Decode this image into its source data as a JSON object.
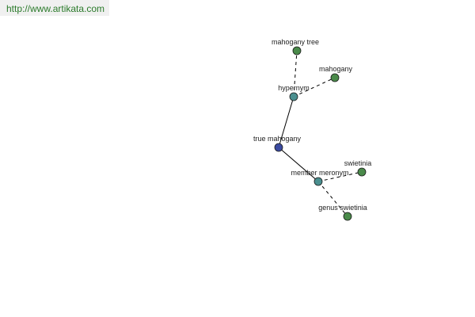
{
  "header": {
    "url": "http://www.artikata.com"
  },
  "colors": {
    "banner_bg": "#f0f0f0",
    "url_text": "#2a7a2a",
    "leaf_node": "#4a8a4a",
    "relation_node": "#4a8f8f",
    "root_node": "#3a4aa0",
    "edge": "#000000"
  },
  "graph": {
    "nodes": [
      {
        "id": "true-mahogany",
        "label": "true mahogany",
        "kind": "root"
      },
      {
        "id": "hypernym",
        "label": "hypernym",
        "kind": "relation"
      },
      {
        "id": "member-meronym",
        "label": "member meronym",
        "kind": "relation"
      },
      {
        "id": "mahogany-tree",
        "label": "mahogany tree",
        "kind": "leaf"
      },
      {
        "id": "mahogany",
        "label": "mahogany",
        "kind": "leaf"
      },
      {
        "id": "swietinia",
        "label": "swietinia",
        "kind": "leaf"
      },
      {
        "id": "genus-swietinia",
        "label": "genus swietinia",
        "kind": "leaf"
      }
    ],
    "edges": [
      {
        "from": "true-mahogany",
        "to": "hypernym",
        "style": "solid"
      },
      {
        "from": "true-mahogany",
        "to": "member-meronym",
        "style": "solid"
      },
      {
        "from": "hypernym",
        "to": "mahogany-tree",
        "style": "dashed"
      },
      {
        "from": "hypernym",
        "to": "mahogany",
        "style": "dashed"
      },
      {
        "from": "member-meronym",
        "to": "swietinia",
        "style": "dashed"
      },
      {
        "from": "member-meronym",
        "to": "genus-swietinia",
        "style": "dashed"
      }
    ]
  }
}
